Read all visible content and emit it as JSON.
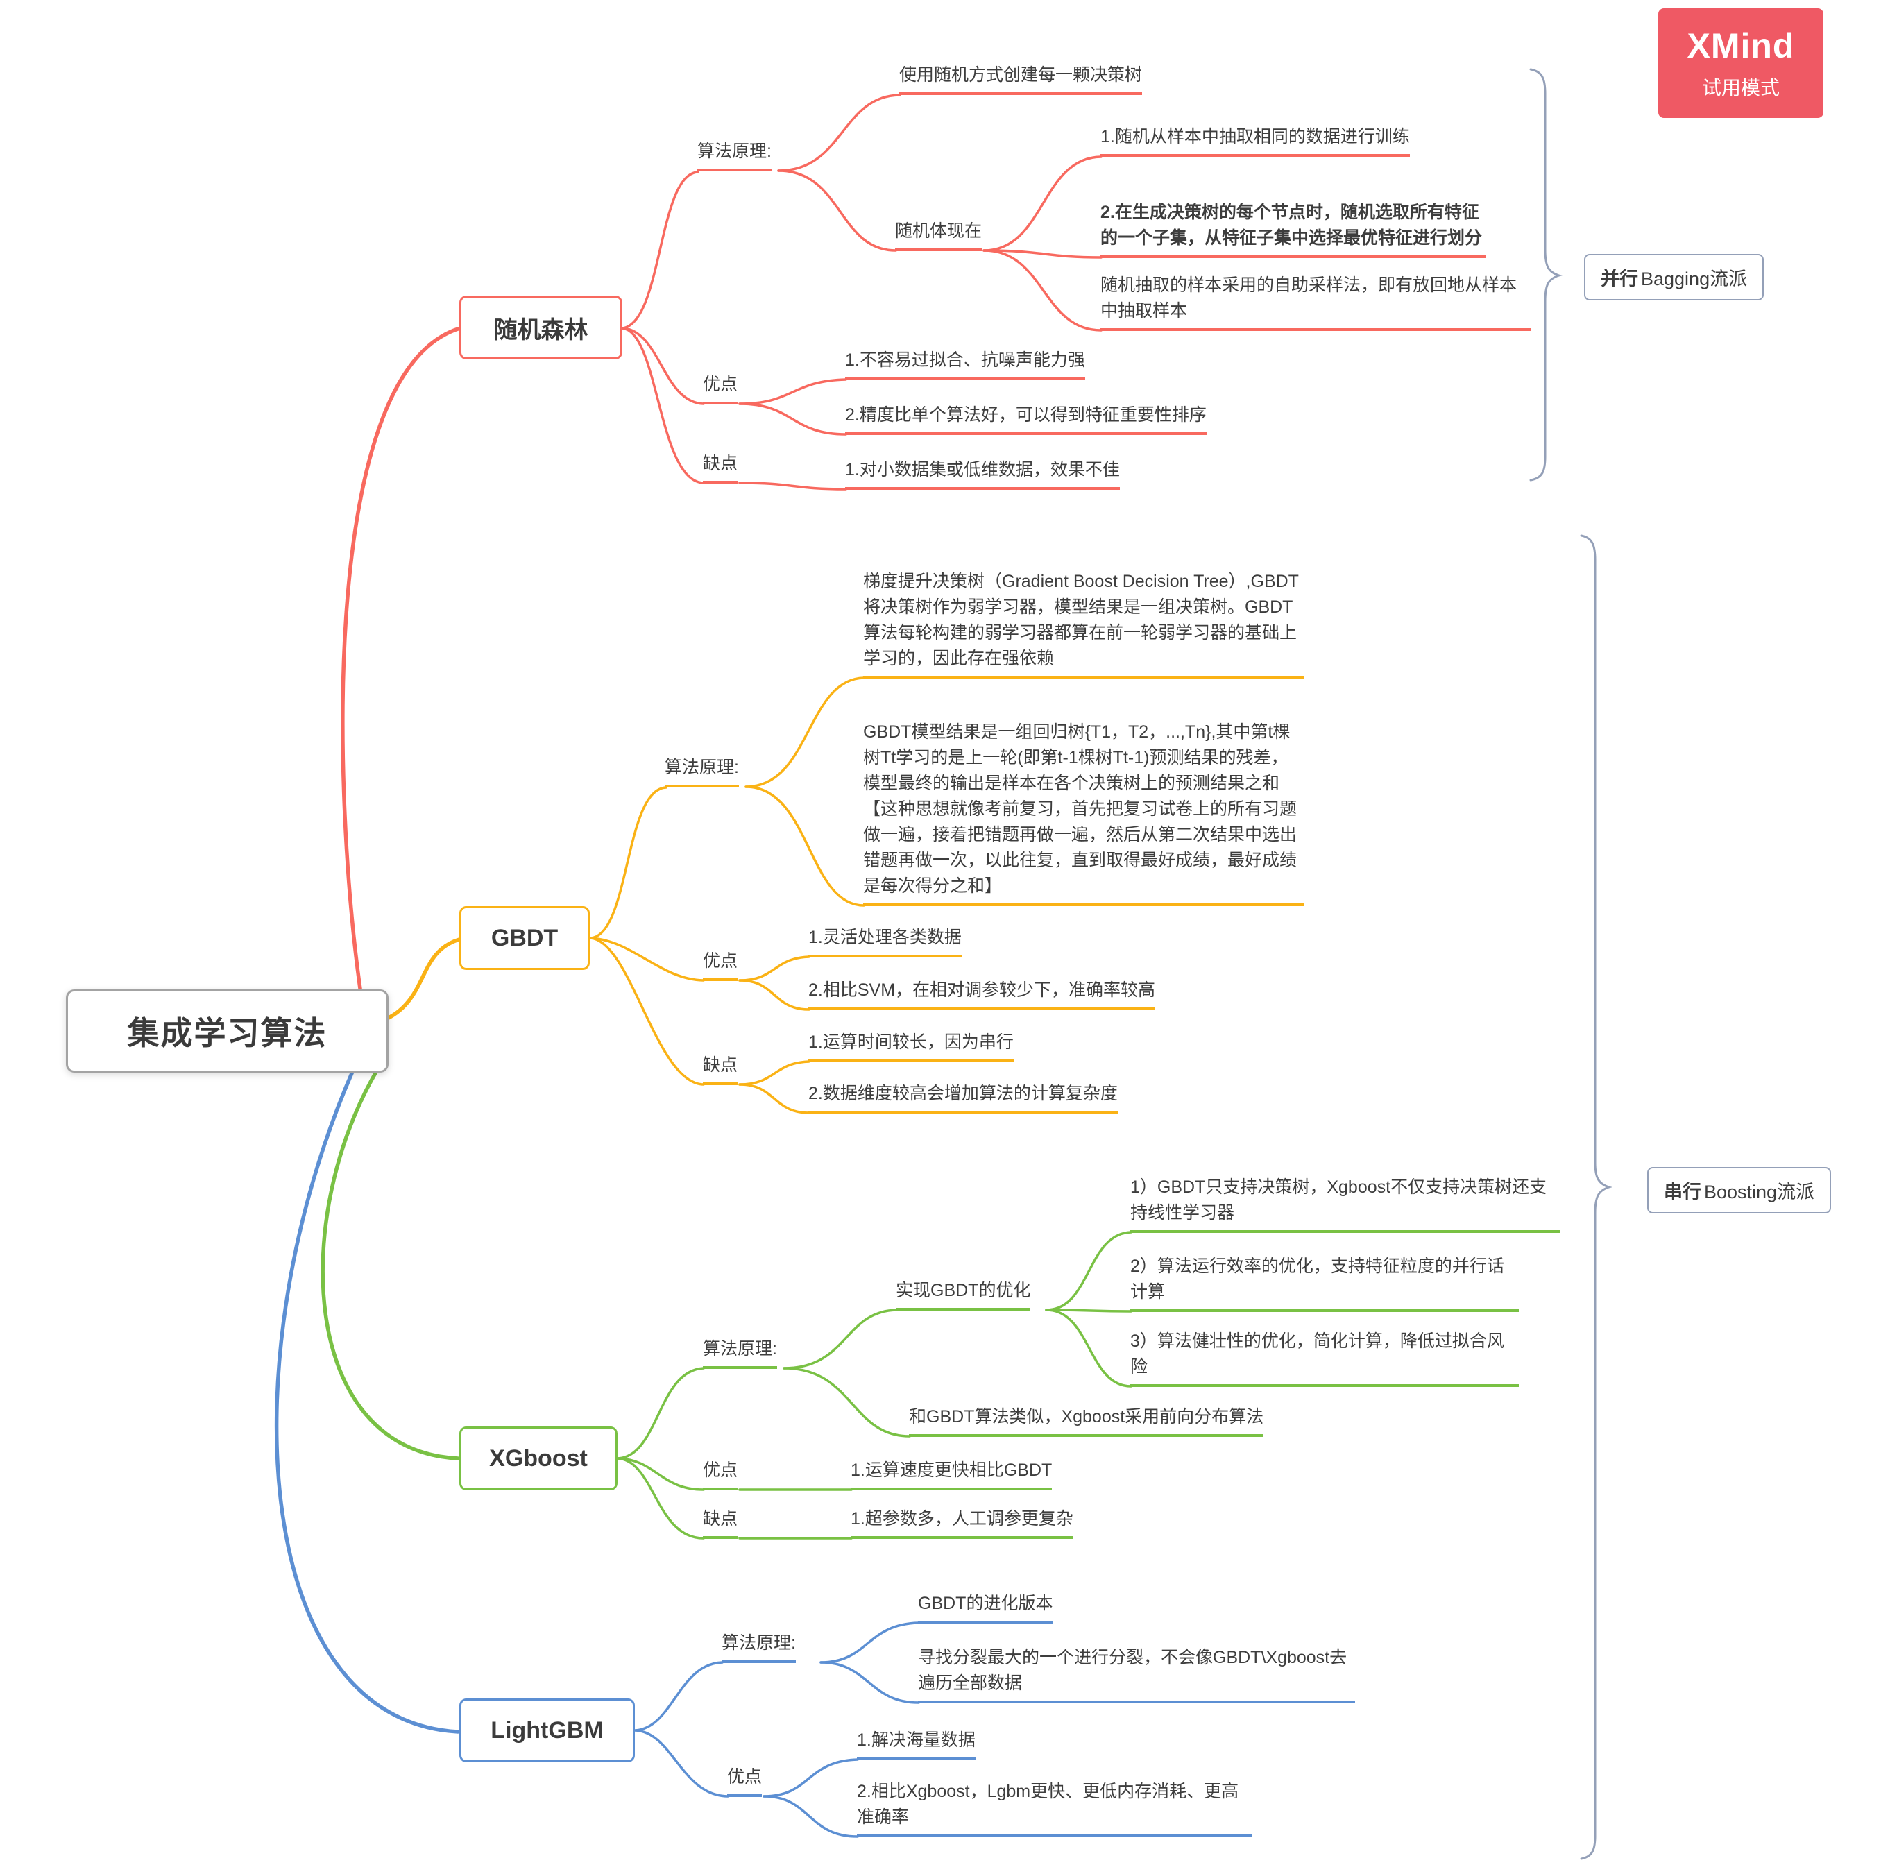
{
  "watermark": {
    "brand": "XMind",
    "mode": "试用模式",
    "bg": "#ef5964"
  },
  "root": {
    "label": "集成学习算法",
    "border": "#a3a3a3"
  },
  "palette": {
    "bracket": "#94a0b8",
    "text": "#3d3d3d"
  },
  "branches": [
    {
      "label": "随机森林",
      "color": "#f8695f",
      "groups": [
        {
          "label": "算法原理:",
          "children": [
            {
              "label": "使用随机方式创建每一颗决策树"
            },
            {
              "label": "随机体现在",
              "children": [
                {
                  "label": "1.随机从样本中抽取相同的数据进行训练"
                },
                {
                  "label": "2.在生成决策树的每个节点时，随机选取所有特征的一个子集，从特征子集中选择最优特征进行划分"
                },
                {
                  "label": "随机抽取的样本采用的自助采样法，即有放回地从样本中抽取样本"
                }
              ]
            }
          ]
        },
        {
          "label": "优点",
          "children": [
            {
              "label": "1.不容易过拟合、抗噪声能力强"
            },
            {
              "label": "2.精度比单个算法好，可以得到特征重要性排序"
            }
          ]
        },
        {
          "label": "缺点",
          "children": [
            {
              "label": "1.对小数据集或低维数据，效果不佳"
            }
          ]
        }
      ]
    },
    {
      "label": "GBDT",
      "color": "#fab215",
      "groups": [
        {
          "label": "算法原理:",
          "children": [
            {
              "label": "梯度提升决策树（Gradient Boost Decision Tree）,GBDT将决策树作为弱学习器，模型结果是一组决策树。GBDT算法每轮构建的弱学习器都算在前一轮弱学习器的基础上学习的，因此存在强依赖"
            },
            {
              "label": "GBDT模型结果是一组回归树{T1，T2，...,Tn},其中第t棵树Tt学习的是上一轮(即第t-1棵树Tt-1)预测结果的残差，模型最终的输出是样本在各个决策树上的预测结果之和【这种思想就像考前复习，首先把复习试卷上的所有习题做一遍，接着把错题再做一遍，然后从第二次结果中选出错题再做一次，以此往复，直到取得最好成绩，最好成绩是每次得分之和】"
            }
          ]
        },
        {
          "label": "优点",
          "children": [
            {
              "label": "1.灵活处理各类数据"
            },
            {
              "label": "2.相比SVM，在相对调参较少下，准确率较高"
            }
          ]
        },
        {
          "label": "缺点",
          "children": [
            {
              "label": "1.运算时间较长，因为串行"
            },
            {
              "label": "2.数据维度较高会增加算法的计算复杂度"
            }
          ]
        }
      ]
    },
    {
      "label": "XGboost",
      "color": "#79c144",
      "groups": [
        {
          "label": "算法原理:",
          "children": [
            {
              "label": "实现GBDT的优化",
              "children": [
                {
                  "label": "1）GBDT只支持决策树，Xgboost不仅支持决策树还支持线性学习器"
                },
                {
                  "label": "2）算法运行效率的优化，支持特征粒度的并行话计算"
                },
                {
                  "label": "3）算法健壮性的优化，简化计算，降低过拟合风险"
                }
              ]
            },
            {
              "label": "和GBDT算法类似，Xgboost采用前向分布算法"
            }
          ]
        },
        {
          "label": "优点",
          "children": [
            {
              "label": "1.运算速度更快相比GBDT"
            }
          ]
        },
        {
          "label": "缺点",
          "children": [
            {
              "label": "1.超参数多，人工调参更复杂"
            }
          ]
        }
      ]
    },
    {
      "label": "LightGBM",
      "color": "#5c8fd3",
      "groups": [
        {
          "label": "算法原理:",
          "children": [
            {
              "label": "GBDT的进化版本"
            },
            {
              "label": "寻找分裂最大的一个进行分裂，不会像GBDT\\Xgboost去遍历全部数据"
            }
          ]
        },
        {
          "label": "优点",
          "children": [
            {
              "label": "1.解决海量数据"
            },
            {
              "label": "2.相比Xgboost，Lgbm更快、更低内存消耗、更高准确率"
            }
          ]
        }
      ]
    }
  ],
  "summaries": [
    {
      "bold": "并行",
      "rest": " Bagging流派"
    },
    {
      "bold": "串行",
      "rest": " Boosting流派"
    }
  ]
}
